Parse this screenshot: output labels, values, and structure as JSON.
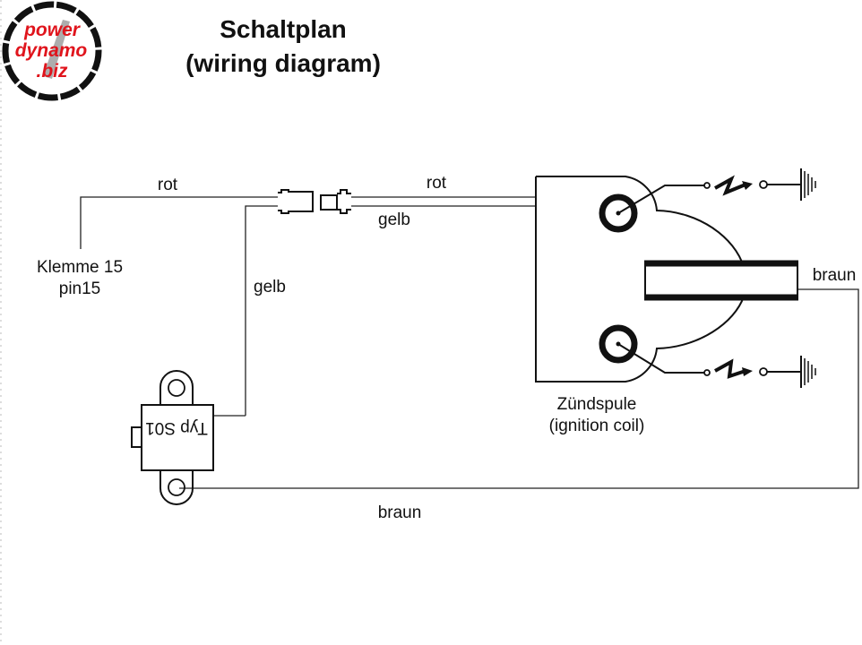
{
  "logo": {
    "line1": "power",
    "line2": "dynamo",
    "line3": ".biz",
    "accent_color": "#e0141c"
  },
  "title": {
    "line1": "Schaltplan",
    "line2": "(wiring diagram)"
  },
  "labels": {
    "rot_left": "rot",
    "rot_right": "rot",
    "gelb_top": "gelb",
    "gelb_side": "gelb",
    "klemme": "Klemme 15",
    "pin": "pin15",
    "braun_right": "braun",
    "braun_bottom": "braun",
    "coil_name": "Zündspule",
    "coil_name_en": "(ignition coil)",
    "module_type": "Typ S01"
  },
  "components": [
    "ignition-module",
    "connector-plug",
    "connector-socket",
    "ignition-coil",
    "spark-gap-top",
    "spark-gap-bottom",
    "ground-top",
    "ground-bottom"
  ]
}
